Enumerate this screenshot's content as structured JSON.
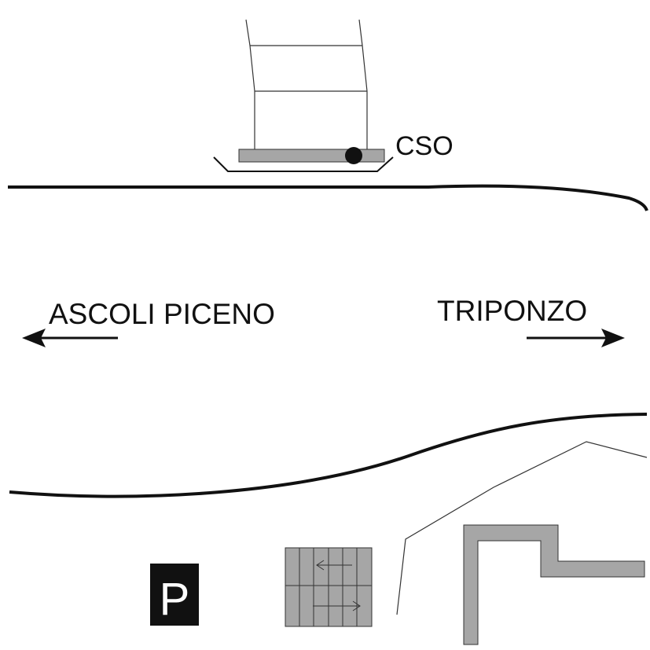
{
  "labels": {
    "station": "CSO",
    "direction_left": "ASCOLI PICENO",
    "direction_right": "TRIPONZO",
    "parking": "P"
  },
  "icons": {
    "station_marker": "filled-circle-icon",
    "left_arrow": "arrow-left-icon",
    "right_arrow": "arrow-right-icon",
    "parking_sign": "parking-sign-icon",
    "traffic_grid": "two-way-traffic-grid-icon"
  },
  "colors": {
    "line": "#111111",
    "thin_line": "#333333",
    "gray_fill": "#a6a6a6",
    "parking_bg": "#111111",
    "parking_text": "#ffffff",
    "background": "#ffffff"
  }
}
